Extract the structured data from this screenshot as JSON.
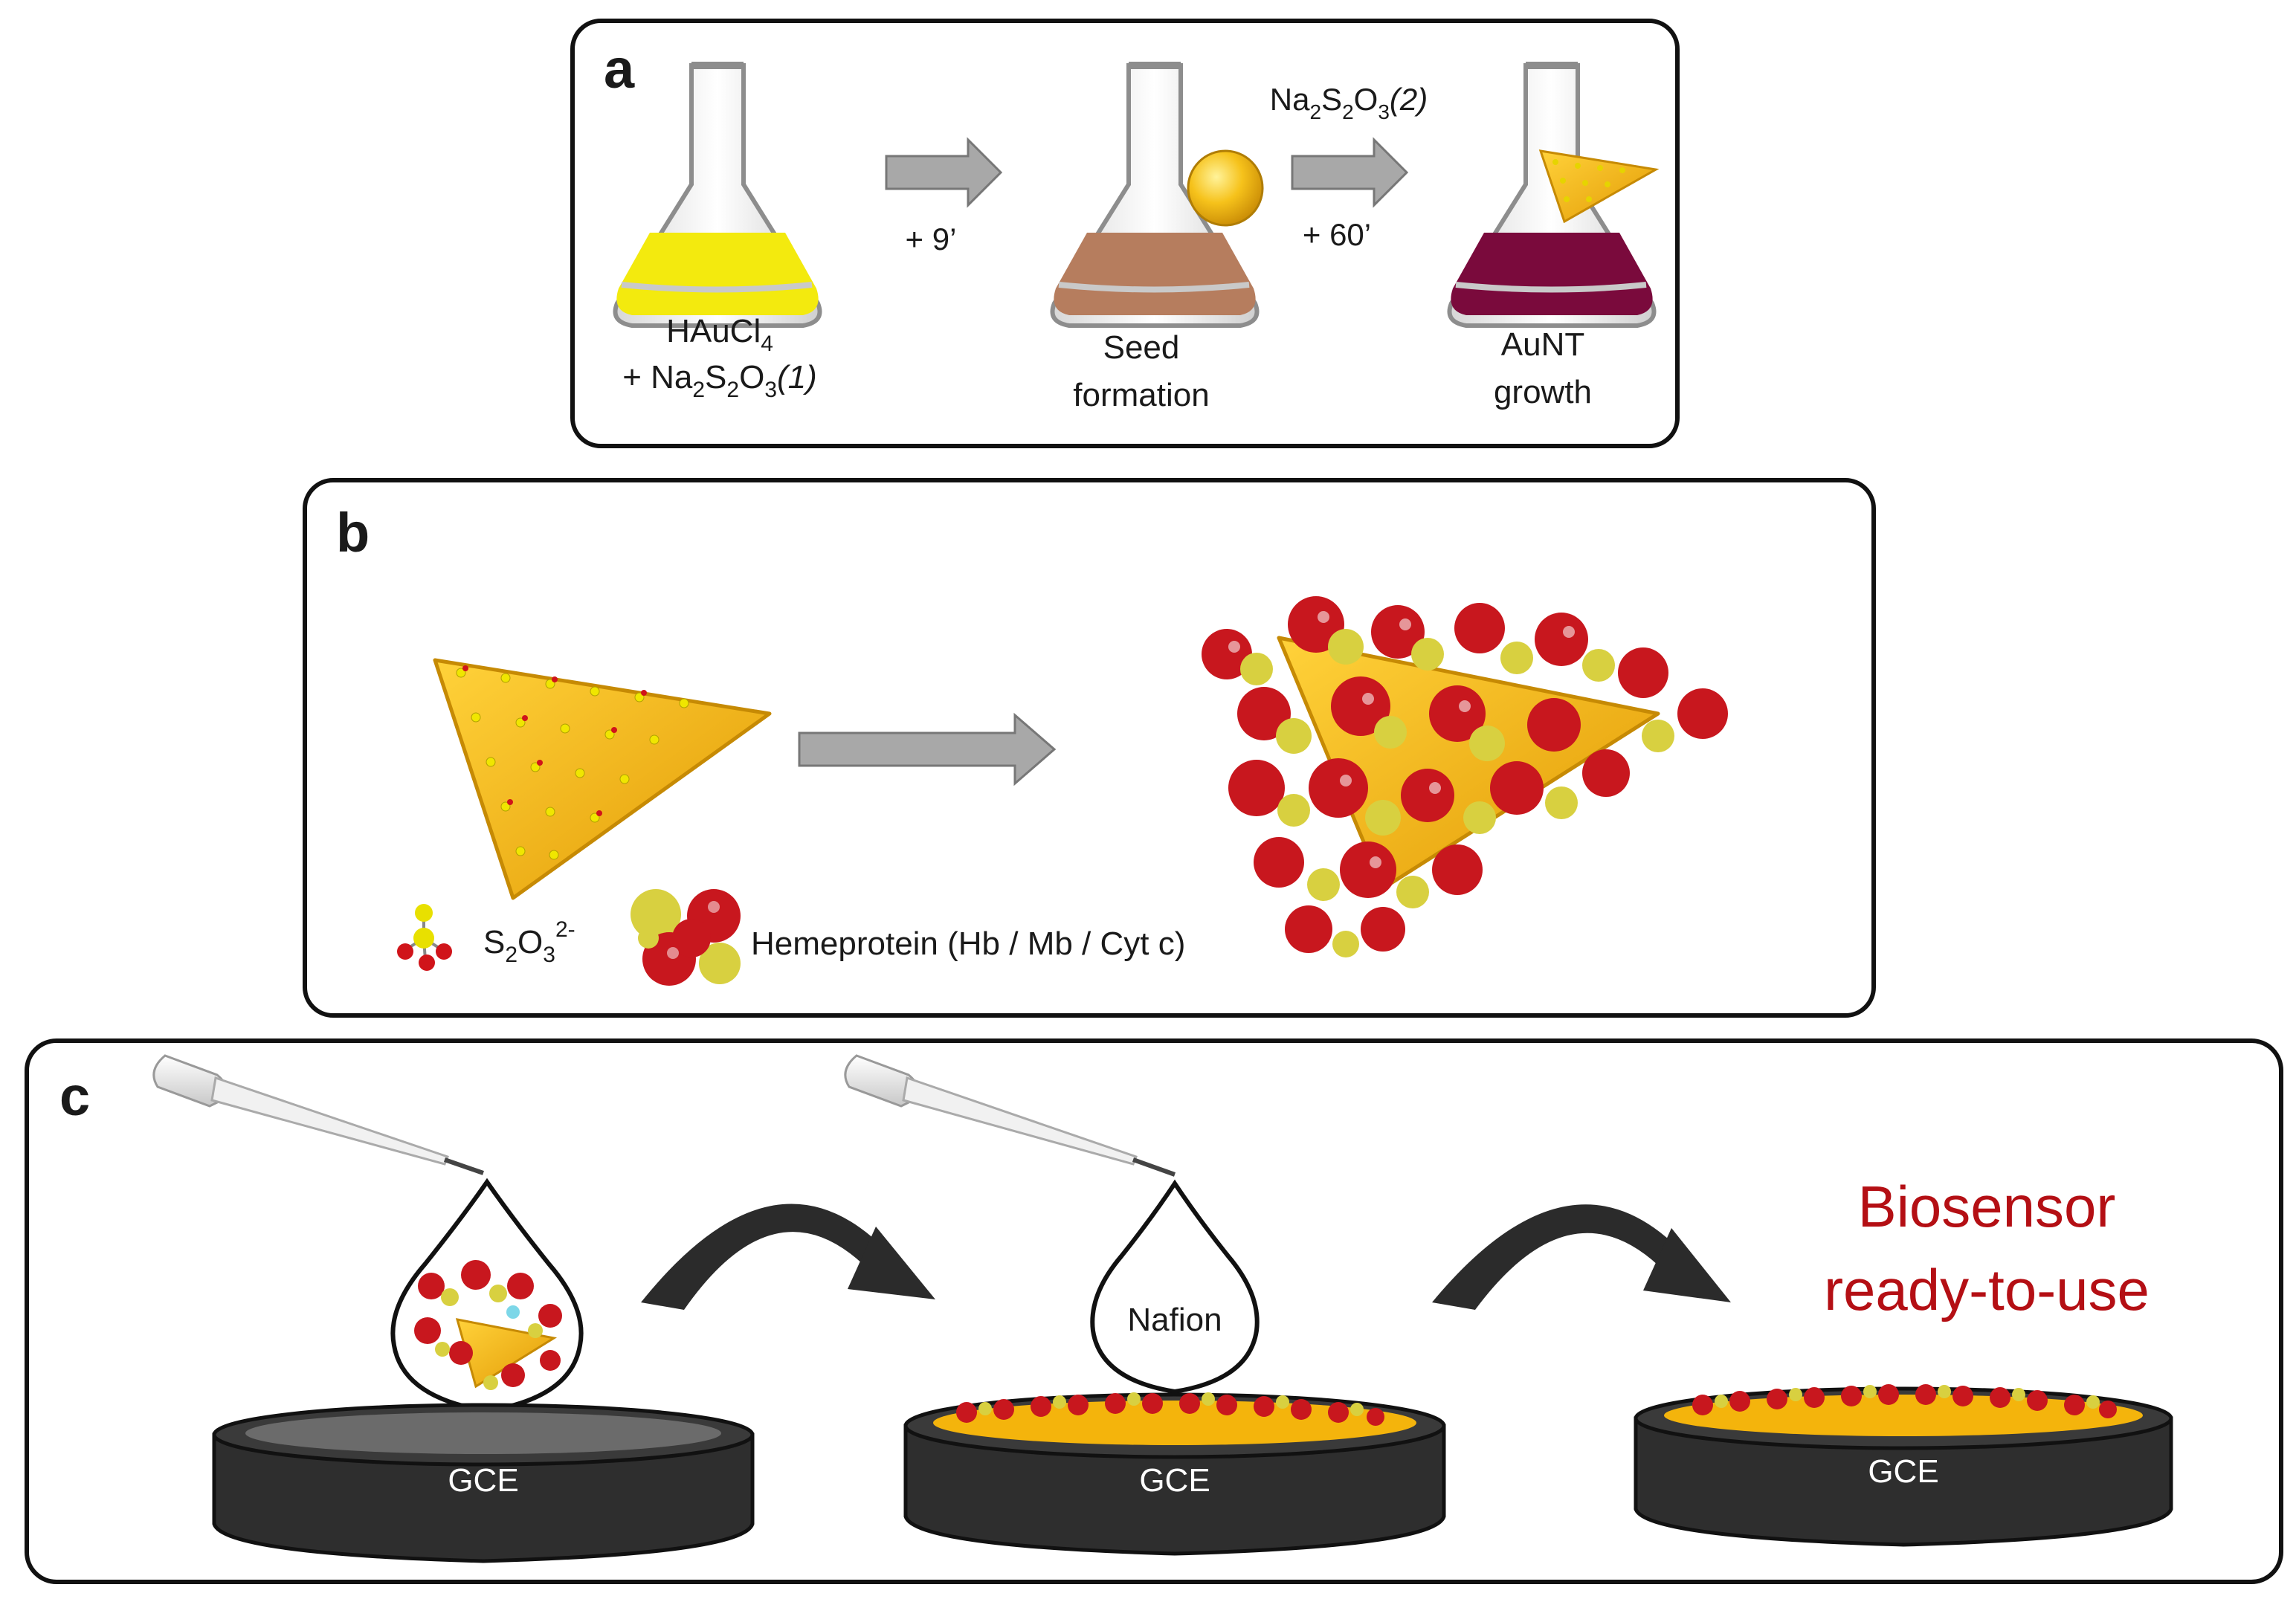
{
  "panel_a": {
    "letter": "a",
    "flask1_l1": "HAuCl",
    "flask1_l1_sub": "4",
    "flask1_l2_pre": "+ Na",
    "sub2": "2",
    "s": "S",
    "o": "O",
    "sub3": "3",
    "flask1_l2_tag": "(1)",
    "arrow1_label": "+ 9’",
    "flask2_l1": "Seed",
    "flask2_l2": "formation",
    "arrow2_top_pre": "Na",
    "arrow2_top_tag": "(2)",
    "arrow2_label": "+ 60’",
    "flask3_l1": "AuNT",
    "flask3_l2": "growth"
  },
  "panel_b": {
    "letter": "b",
    "legend_thio_s": "S",
    "legend_thio_sub2": "2",
    "legend_thio_o": "O",
    "legend_thio_sub3": "3",
    "legend_thio_charge": "2-",
    "legend_protein": "Hemeprotein (Hb / Mb / Cyt c)"
  },
  "panel_c": {
    "letter": "c",
    "electrode_label": "GCE",
    "nafion_label": "Nafion",
    "final_l1": "Biosensor",
    "final_l2": "ready-to-use"
  },
  "colors": {
    "yellow_solution": "#f3ea0e",
    "seed_solution": "#b67d5e",
    "aunt_solution": "#7a0a3c",
    "gold": "#f4b40c",
    "arrow_gray": "#a8a8a8",
    "electrode": "#2e2e2e",
    "protein_red": "#c8171e",
    "protein_yellow": "#d8d040",
    "final_text": "#b40f14"
  }
}
